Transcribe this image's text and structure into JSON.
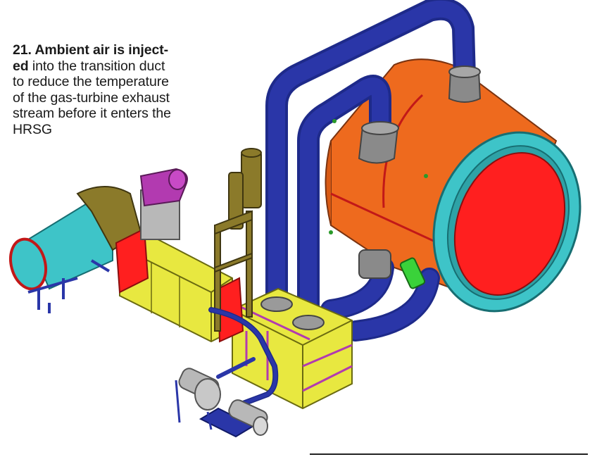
{
  "caption": {
    "number": "21.",
    "lead_line1": "Ambient air is inject-",
    "lead_line2": "ed",
    "rest_line2": " into the transition duct",
    "line3": "to reduce the temperature",
    "line4": "of the gas-turbine exhaust",
    "line5": "stream before it enters the",
    "line6": "HRSG"
  },
  "colors": {
    "turbine_exhaust": "#3ec4c8",
    "duct": "#e8e840",
    "pipe": "#2a36a8",
    "hrsg_shell": "#ee6a1e",
    "hrsg_inner": "#ff1f1f",
    "gate": "#8b7a2a",
    "motor": "#b23ab0",
    "fan": "#b8b8b8"
  }
}
